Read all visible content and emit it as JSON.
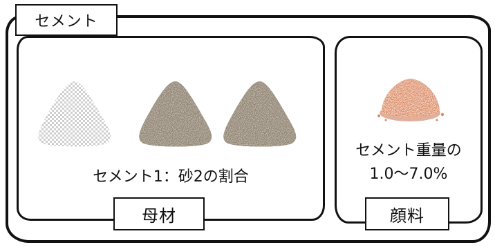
{
  "title": "セメント",
  "mother_material": {
    "ratio_caption": "セメント1：砂2の割合",
    "label": "母材"
  },
  "pigment": {
    "caption_line1": "セメント重量の",
    "caption_line2": "1.0～7.0%",
    "label": "顔料"
  },
  "colors": {
    "outline": "#111111",
    "pigment_powder": "#d98a66",
    "sand_aggregate": "#8f8270"
  },
  "icons": [
    "cement-pile-transparent-icon",
    "sand-pile-icon",
    "sand-pile-icon",
    "pigment-powder-icon"
  ]
}
